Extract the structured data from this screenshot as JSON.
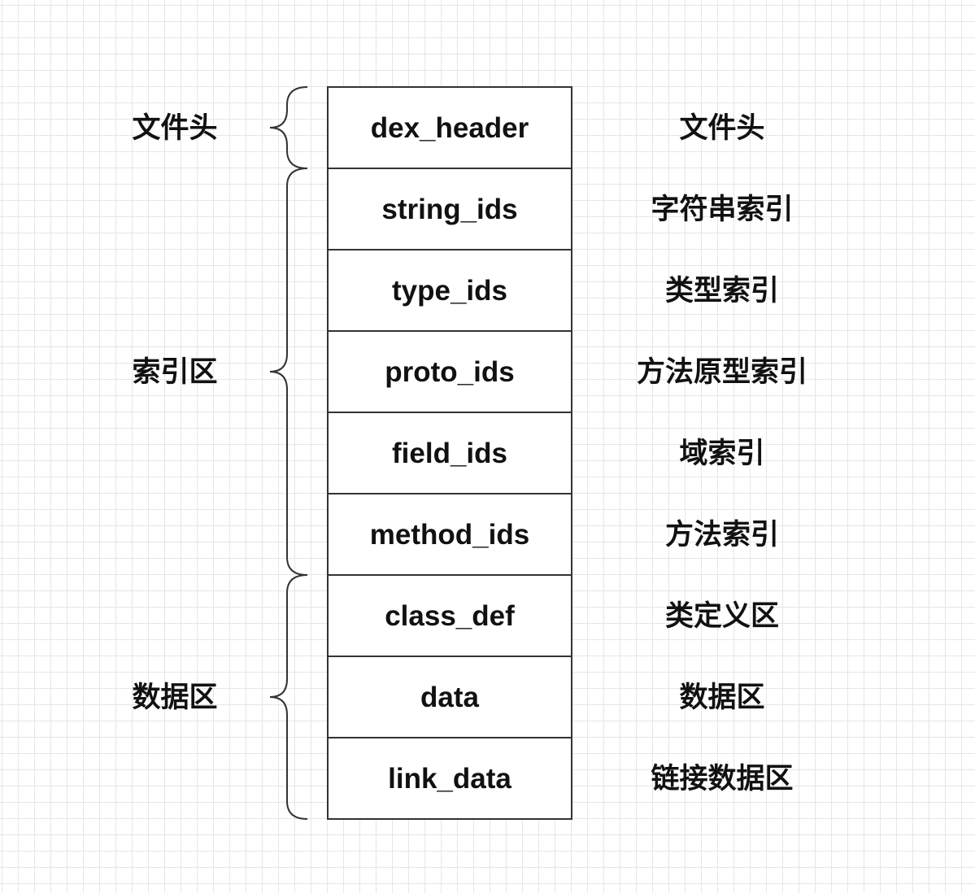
{
  "sections": [
    {
      "label": "文件头",
      "first_row": 0,
      "last_row": 0
    },
    {
      "label": "索引区",
      "first_row": 1,
      "last_row": 5
    },
    {
      "label": "数据区",
      "first_row": 6,
      "last_row": 8
    }
  ],
  "rows": [
    {
      "name": "dex_header",
      "description": "文件头"
    },
    {
      "name": "string_ids",
      "description": "字符串索引"
    },
    {
      "name": "type_ids",
      "description": "类型索引"
    },
    {
      "name": "proto_ids",
      "description": "方法原型索引"
    },
    {
      "name": "field_ids",
      "description": "域索引"
    },
    {
      "name": "method_ids",
      "description": "方法索引"
    },
    {
      "name": "class_def",
      "description": "类定义区"
    },
    {
      "name": "data",
      "description": "数据区"
    },
    {
      "name": "link_data",
      "description": "链接数据区"
    }
  ],
  "colors": {
    "stroke": "#333333",
    "text": "#111111",
    "grid": "#e6e6e6",
    "background": "#ffffff"
  }
}
